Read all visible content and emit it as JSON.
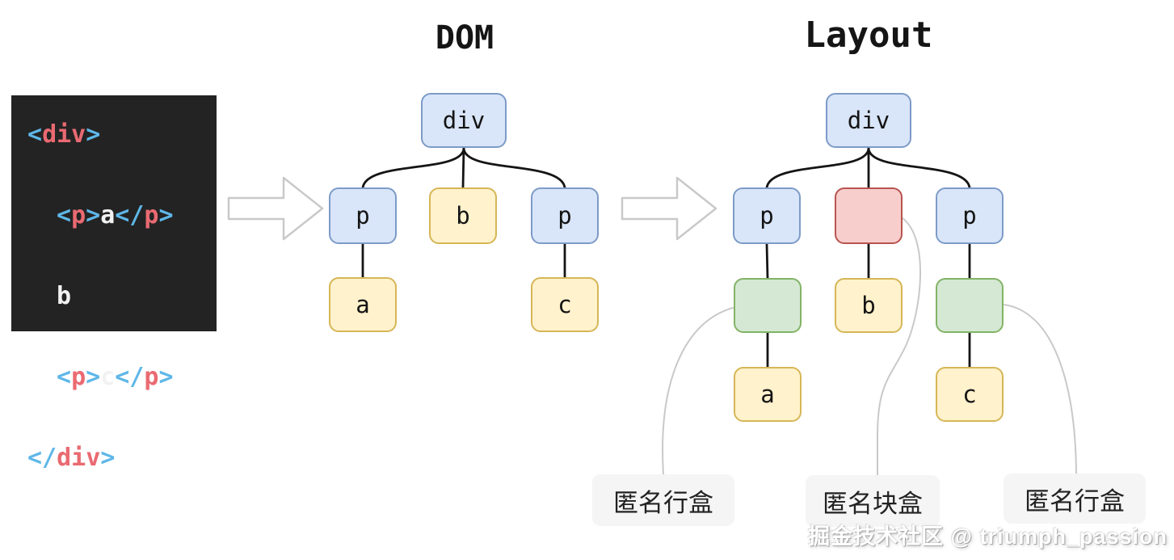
{
  "palette": {
    "blue": {
      "fill": "#d9e5f8",
      "stroke": "#7d9bc8"
    },
    "yellow": {
      "fill": "#fff2cc",
      "stroke": "#d6b656"
    },
    "green": {
      "fill": "#d5e8d4",
      "stroke": "#82b366"
    },
    "red": {
      "fill": "#f8cecc",
      "stroke": "#b85450"
    },
    "tree_connector": "#151515",
    "annotation_line": "#c9c9c9",
    "arrow_outline": "#c9c9c9",
    "label_background": "#f5f5f6"
  },
  "code_block": {
    "background": "#232323",
    "token_colors": {
      "bracket": "#5eb7e8",
      "tag": "#ea6a72",
      "text": "#f2f2f2"
    },
    "lines": [
      {
        "tokens": [
          {
            "type": "bracket",
            "text": "<"
          },
          {
            "type": "tag",
            "text": "div"
          },
          {
            "type": "bracket",
            "text": ">"
          }
        ]
      },
      {
        "tokens": [
          {
            "type": "bracket",
            "text": "<"
          },
          {
            "type": "tag",
            "text": "p"
          },
          {
            "type": "bracket",
            "text": ">"
          },
          {
            "type": "text",
            "text": "a"
          },
          {
            "type": "bracket",
            "text": "</"
          },
          {
            "type": "tag",
            "text": "p"
          },
          {
            "type": "bracket",
            "text": ">"
          }
        ]
      },
      {
        "tokens": [
          {
            "type": "text",
            "text": "b"
          }
        ]
      },
      {
        "tokens": [
          {
            "type": "bracket",
            "text": "<"
          },
          {
            "type": "tag",
            "text": "p"
          },
          {
            "type": "bracket",
            "text": ">"
          },
          {
            "type": "text",
            "text": "c"
          },
          {
            "type": "bracket",
            "text": "</"
          },
          {
            "type": "tag",
            "text": "p"
          },
          {
            "type": "bracket",
            "text": ">"
          }
        ]
      },
      {
        "tokens": [
          {
            "type": "bracket",
            "text": "</"
          },
          {
            "type": "tag",
            "text": "div"
          },
          {
            "type": "bracket",
            "text": ">"
          }
        ]
      }
    ]
  },
  "dom_tree": {
    "title": "DOM",
    "nodes": [
      {
        "label": "div"
      },
      {
        "label": "p"
      },
      {
        "label": "b"
      },
      {
        "label": "p"
      },
      {
        "label": "a"
      },
      {
        "label": "c"
      }
    ]
  },
  "layout_tree": {
    "title": "Layout",
    "nodes": [
      {
        "label": "div"
      },
      {
        "label": "p"
      },
      {
        "label": ""
      },
      {
        "label": "p"
      },
      {
        "label": ""
      },
      {
        "label": "b"
      },
      {
        "label": ""
      },
      {
        "label": "a"
      },
      {
        "label": "c"
      }
    ]
  },
  "annotations": {
    "labels": [
      {
        "text": "匿名行盒"
      },
      {
        "text": "匿名块盒"
      },
      {
        "text": "匿名行盒"
      }
    ]
  },
  "watermark": "掘金技术社区 @ triumph_passion"
}
